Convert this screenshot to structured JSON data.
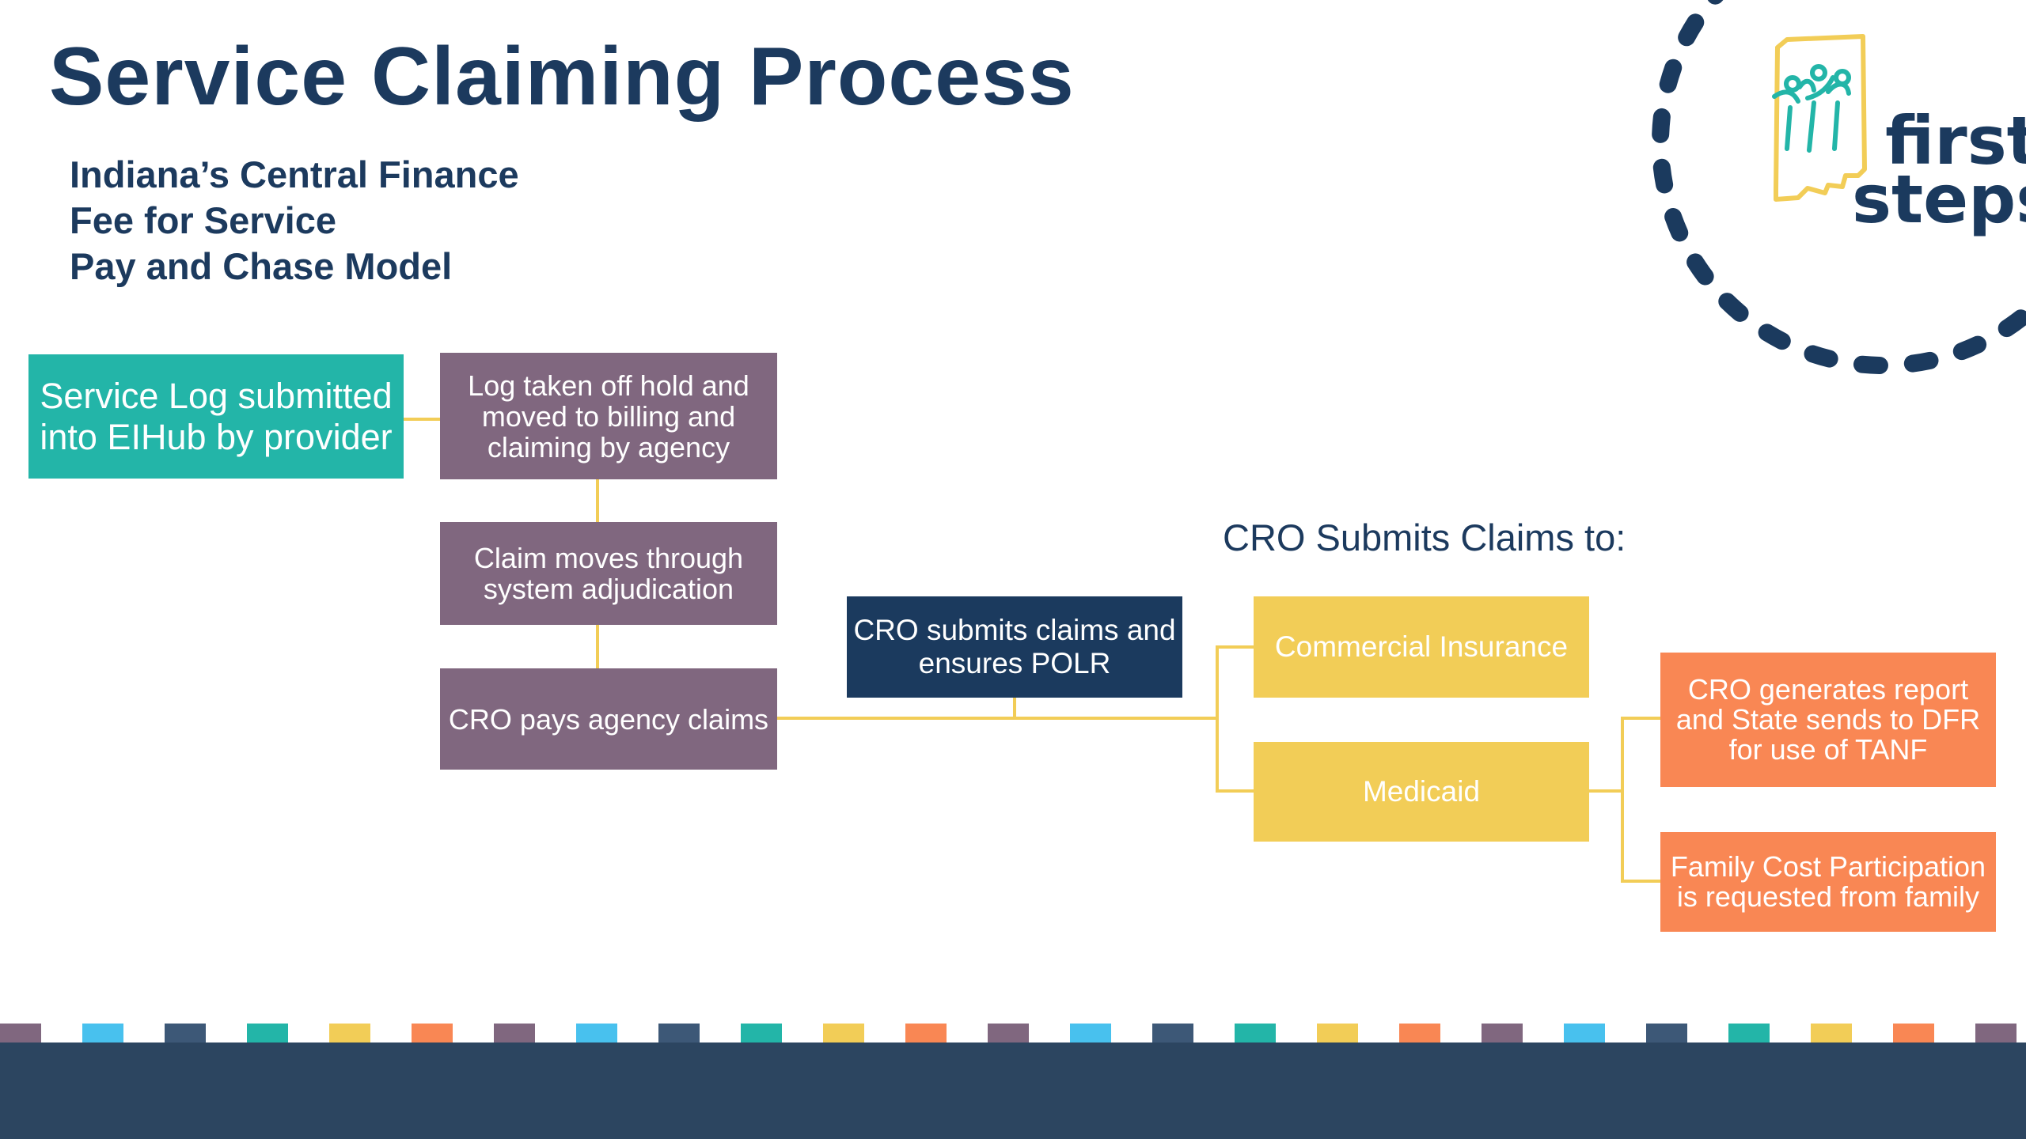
{
  "slide": {
    "title": "Service Claiming Process",
    "subtitle_lines": [
      "Indiana’s Central Finance",
      "Fee for Service",
      "Pay and Chase Model"
    ],
    "section_label": "CRO Submits Claims to:"
  },
  "boxes": {
    "service_log": "Service Log submitted into EIHub by provider",
    "log_off_hold": "Log taken off hold and moved to billing and claiming by agency",
    "adjudication": "Claim moves through system adjudication",
    "cro_pays": "CRO pays agency claims",
    "cro_submits": "CRO submits claims and ensures POLR",
    "commercial": "Commercial Insurance",
    "medicaid": "Medicaid",
    "tanf_report": "CRO generates report and State sends to DFR for use of TANF",
    "family_cost": "Family Cost Participation is requested from family"
  },
  "logo": {
    "text_line1": "first",
    "text_line2": "steps",
    "icon": "indiana-state-family-logo-icon"
  },
  "colors": {
    "title": "#1c3a5e",
    "teal": "#23b5a8",
    "purple": "#80677f",
    "navy": "#1b3a5e",
    "yellow": "#f2cd57",
    "orange": "#f98754",
    "connector": "#f2cd57",
    "footer": "#2c4560"
  },
  "footer": {
    "stripe_colors": [
      "#80677f",
      "#48c1ee",
      "#3d5877",
      "#23b5a8",
      "#f2cd57",
      "#f98754"
    ]
  }
}
